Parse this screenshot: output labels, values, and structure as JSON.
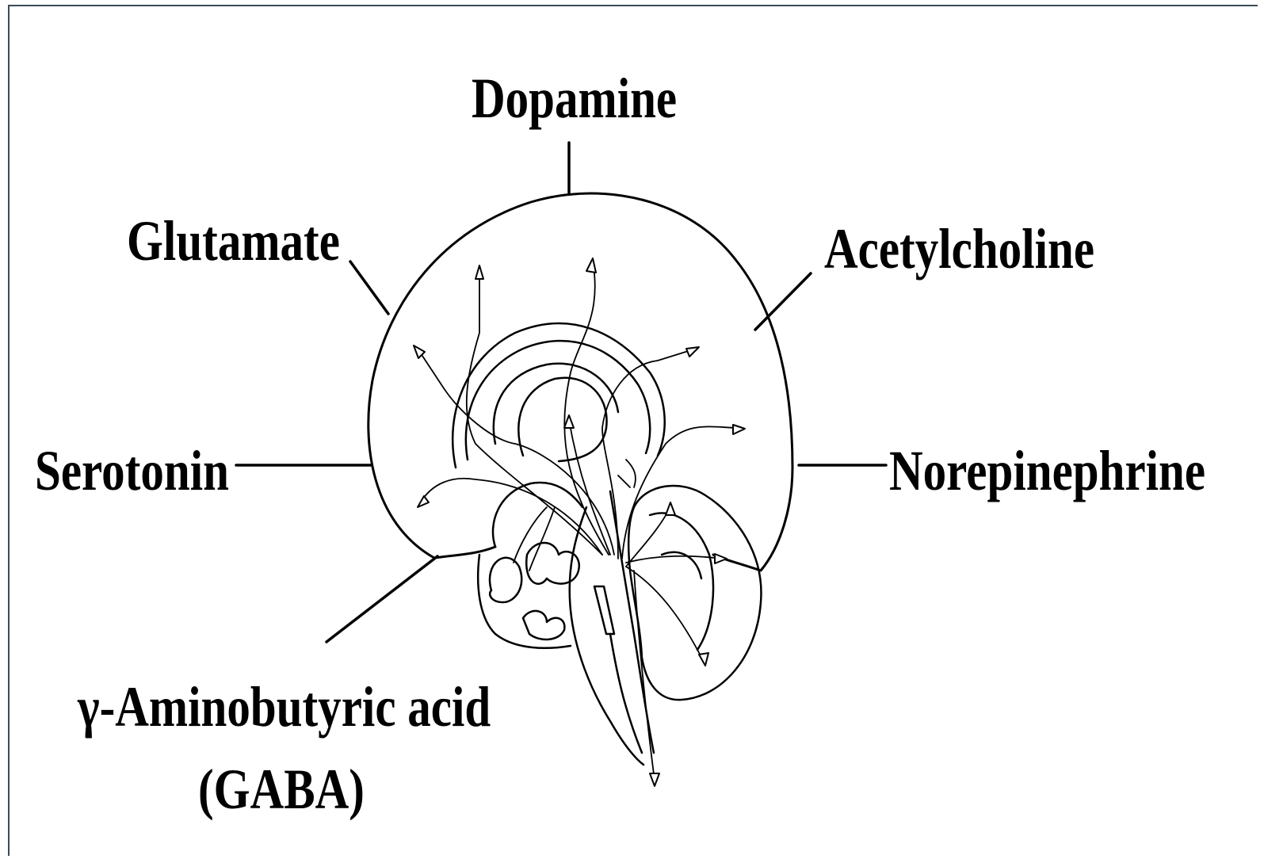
{
  "labels": {
    "dopamine": "Dopamine",
    "glutamate": "Glutamate",
    "acetylcholine": "Acetylcholine",
    "serotonin": "Serotonin",
    "norepinephrine": "Norepinephrine",
    "gaba_line1": "γ-Aminobutyric acid",
    "gaba_line2": "(GABA)"
  },
  "colors": {
    "ink": "#000000",
    "frame": "#3b4a56",
    "background": "#ffffff"
  }
}
